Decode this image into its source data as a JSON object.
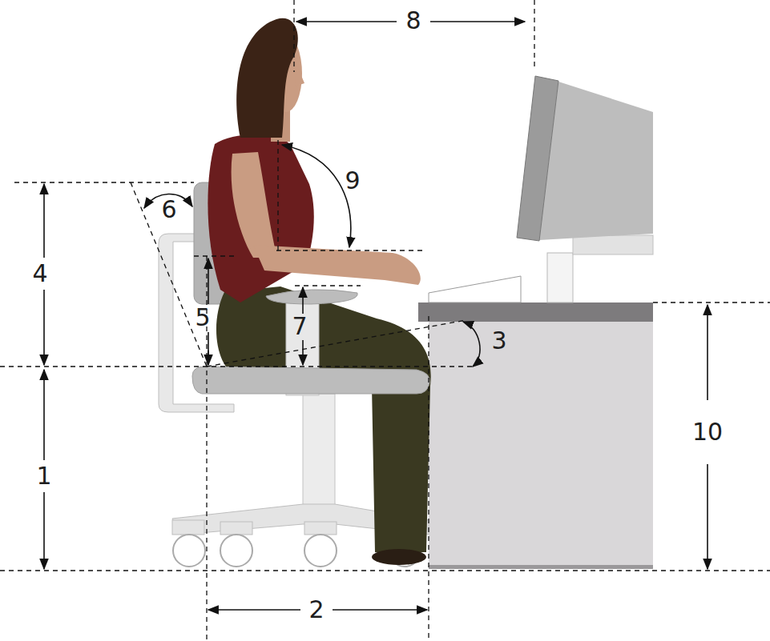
{
  "diagram": {
    "labels": [
      "8",
      "9",
      "6",
      "4",
      "5",
      "7",
      "3",
      "10",
      "1",
      "2"
    ]
  }
}
